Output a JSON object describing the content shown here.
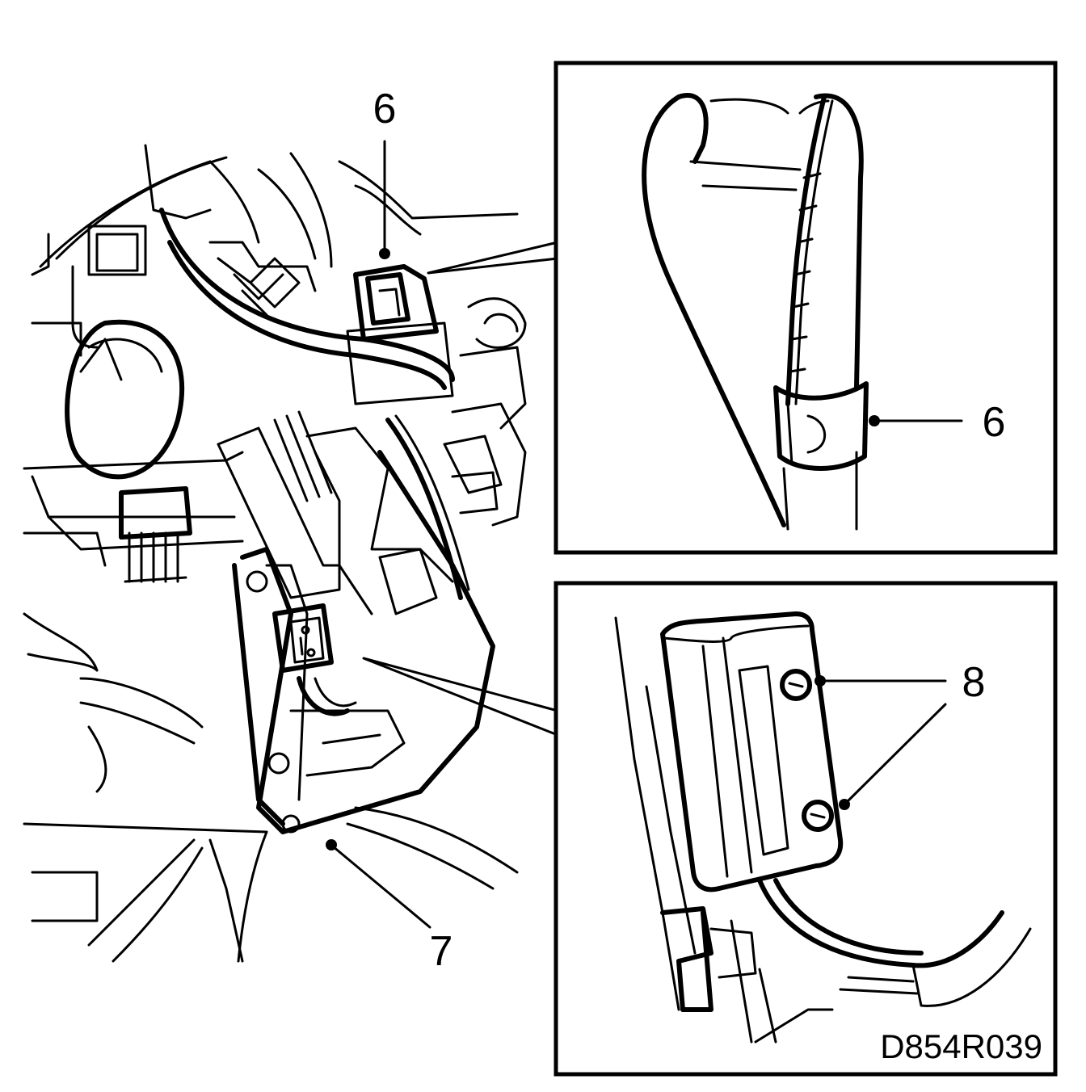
{
  "figure": {
    "code": "D854R039",
    "callouts": [
      {
        "id": "main-6",
        "label": "6"
      },
      {
        "id": "main-7",
        "label": "7"
      },
      {
        "id": "inset-top-6",
        "label": "6"
      },
      {
        "id": "inset-bottom-8",
        "label": "8"
      }
    ]
  },
  "colors": {
    "ink": "#000000",
    "paper": "#ffffff"
  }
}
